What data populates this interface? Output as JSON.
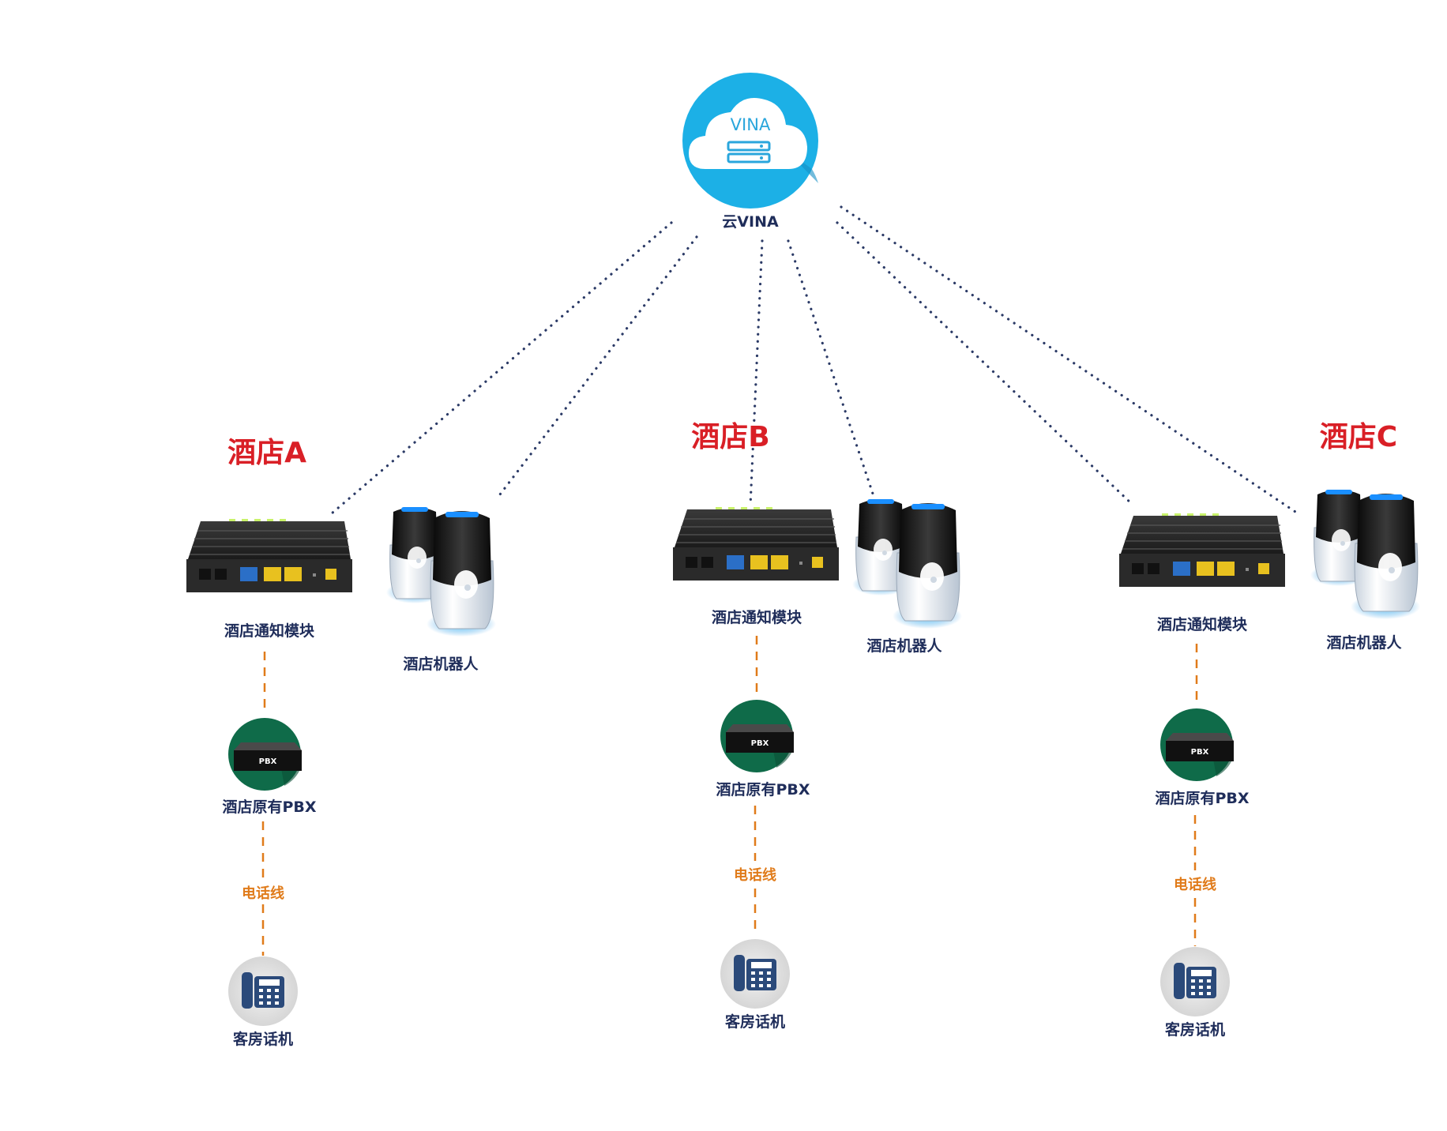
{
  "cloud": {
    "logo_text": "VINA",
    "label": "云VINA",
    "color": "#1cb0e6"
  },
  "sites": [
    {
      "title": "酒店A",
      "module_label": "酒店通知模块",
      "robot_label": "酒店机器人",
      "pbx_label": "酒店原有PBX",
      "pbx_badge": "PBX",
      "line_label": "电话线",
      "phone_label": "客房话机"
    },
    {
      "title": "酒店B",
      "module_label": "酒店通知模块",
      "robot_label": "酒店机器人",
      "pbx_label": "酒店原有PBX",
      "pbx_badge": "PBX",
      "line_label": "电话线",
      "phone_label": "客房话机"
    },
    {
      "title": "酒店C",
      "module_label": "酒店通知模块",
      "robot_label": "酒店机器人",
      "pbx_label": "酒店原有PBX",
      "pbx_badge": "PBX",
      "line_label": "电话线",
      "phone_label": "客房话机"
    }
  ],
  "colors": {
    "title_red": "#d91f26",
    "label_navy": "#1f2d5a",
    "wire_orange": "#e07b1a",
    "pbx_green": "#0f6b49",
    "phone_navy": "#2b4a7a"
  }
}
